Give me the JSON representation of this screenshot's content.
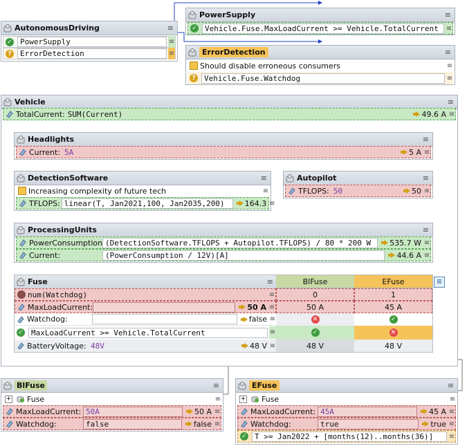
{
  "autonomous": {
    "title": "AutonomousDriving",
    "rows": [
      "PowerSupply",
      "ErrorDetection"
    ]
  },
  "powersupply": {
    "title": "PowerSupply",
    "expr": "Vehicle.Fuse.MaxLoadCurrent >= Vehicle.TotalCurrent"
  },
  "errordetection": {
    "title": "ErrorDetection",
    "note": "Should disable erroneous consumers",
    "expr": "Vehicle.Fuse.Watchdog"
  },
  "vehicle": {
    "title": "Vehicle",
    "total_label": "TotalCurrent:",
    "total_expr": "SUM(Current)",
    "total_result": "49.6 A"
  },
  "headlights": {
    "title": "Headlights",
    "label": "Current:",
    "value": "5A",
    "result": "5 A"
  },
  "detection": {
    "title": "DetectionSoftware",
    "note": "Increasing complexity of future tech",
    "label": "TFLOPS:",
    "expr": "linear(T, Jan2021,100, Jan2035,200)",
    "result": "164.3"
  },
  "autopilot": {
    "title": "Autopilot",
    "label": "TFLOPS:",
    "value": "50",
    "result": "50"
  },
  "processing": {
    "title": "ProcessingUnits",
    "rows": [
      {
        "label": "PowerConsumption:",
        "expr": "(DetectionSoftware.TFLOPS + Autopilot.TFLOPS) / 80 * 200 W",
        "result": "535.7 W"
      },
      {
        "label": "Current:",
        "expr": "(PowerConsumption / 12V)[A]",
        "result": "44.6 A"
      }
    ]
  },
  "fuse": {
    "title": "Fuse",
    "col1": "BlFuse",
    "col2": "EFuse",
    "rows": [
      {
        "label": "num(Watchdog)",
        "left": "",
        "mid": "",
        "c1": "0",
        "c2": "1"
      },
      {
        "label": "MaxLoadCurrent:",
        "left": "",
        "mid": "50 A",
        "c1": "50 A",
        "c2": "45 A"
      },
      {
        "label": "Watchdog:",
        "left": "",
        "mid": "false",
        "c1": "x",
        "c2": "ok"
      },
      {
        "label": "MaxLoadCurrent >= Vehicle.TotalCurrent",
        "left": "",
        "mid": "",
        "c1": "ok",
        "c2": "x"
      },
      {
        "label": "BatteryVoltage:",
        "left": "48V",
        "mid": "48 V",
        "c1": "48 V",
        "c2": "48 V"
      }
    ]
  },
  "blfuse": {
    "title": "BlFuse",
    "inherit": "Fuse",
    "rows": [
      {
        "label": "MaxLoadCurrent:",
        "value": "50A",
        "result": "50 A"
      },
      {
        "label": "Watchdog:",
        "value": "false",
        "result": "false"
      }
    ]
  },
  "efuse": {
    "title": "EFuse",
    "inherit": "Fuse",
    "rows": [
      {
        "label": "MaxLoadCurrent:",
        "value": "45A",
        "result": "45 A"
      },
      {
        "label": "Watchdog:",
        "value": "true",
        "result": "true"
      }
    ],
    "rule": "T >= Jan2022 + [months(12)..months(36)]"
  },
  "colors": {
    "red": "#f1c8c8",
    "green": "#c9e9c4",
    "header": "#cfd6de",
    "orange": "#f6c35a",
    "blue": "#2040c0"
  }
}
